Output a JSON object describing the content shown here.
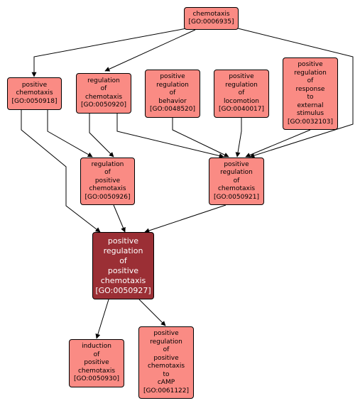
{
  "colors": {
    "node_fill": "#fa8b84",
    "focus_fill": "#9b2f35",
    "edge": "#000000"
  },
  "nodes": {
    "chemotaxis": {
      "lines": [
        "chemotaxis"
      ],
      "id": "[GO:0006935]"
    },
    "positive_chemotaxis": {
      "lines": [
        "positive",
        "chemotaxis"
      ],
      "id": "[GO:0050918]"
    },
    "regulation_of_chemotaxis": {
      "lines": [
        "regulation",
        "of",
        "chemotaxis"
      ],
      "id": "[GO:0050920]"
    },
    "positive_regulation_of_behavior": {
      "lines": [
        "positive",
        "regulation",
        "of",
        "behavior"
      ],
      "id": "[GO:0048520]"
    },
    "positive_regulation_of_locomotion": {
      "lines": [
        "positive",
        "regulation",
        "of",
        "locomotion"
      ],
      "id": "[GO:0040017]"
    },
    "positive_regulation_of_response_to_external_stimulus": {
      "lines": [
        "positive",
        "regulation",
        "of",
        "response",
        "to",
        "external",
        "stimulus"
      ],
      "id": "[GO:0032103]"
    },
    "regulation_of_positive_chemotaxis": {
      "lines": [
        "regulation",
        "of",
        "positive",
        "chemotaxis"
      ],
      "id": "[GO:0050926]"
    },
    "positive_regulation_of_chemotaxis": {
      "lines": [
        "positive",
        "regulation",
        "of",
        "chemotaxis"
      ],
      "id": "[GO:0050921]"
    },
    "positive_regulation_of_positive_chemotaxis": {
      "lines": [
        "positive",
        "regulation",
        "of",
        "positive",
        "chemotaxis"
      ],
      "id": "[GO:0050927]"
    },
    "induction_of_positive_chemotaxis": {
      "lines": [
        "induction",
        "of",
        "positive",
        "chemotaxis"
      ],
      "id": "[GO:0050930]"
    },
    "positive_regulation_of_positive_chemotaxis_to_camp": {
      "lines": [
        "positive",
        "regulation",
        "of",
        "positive",
        "chemotaxis",
        "to",
        "cAMP"
      ],
      "id": "[GO:0061122]"
    }
  }
}
